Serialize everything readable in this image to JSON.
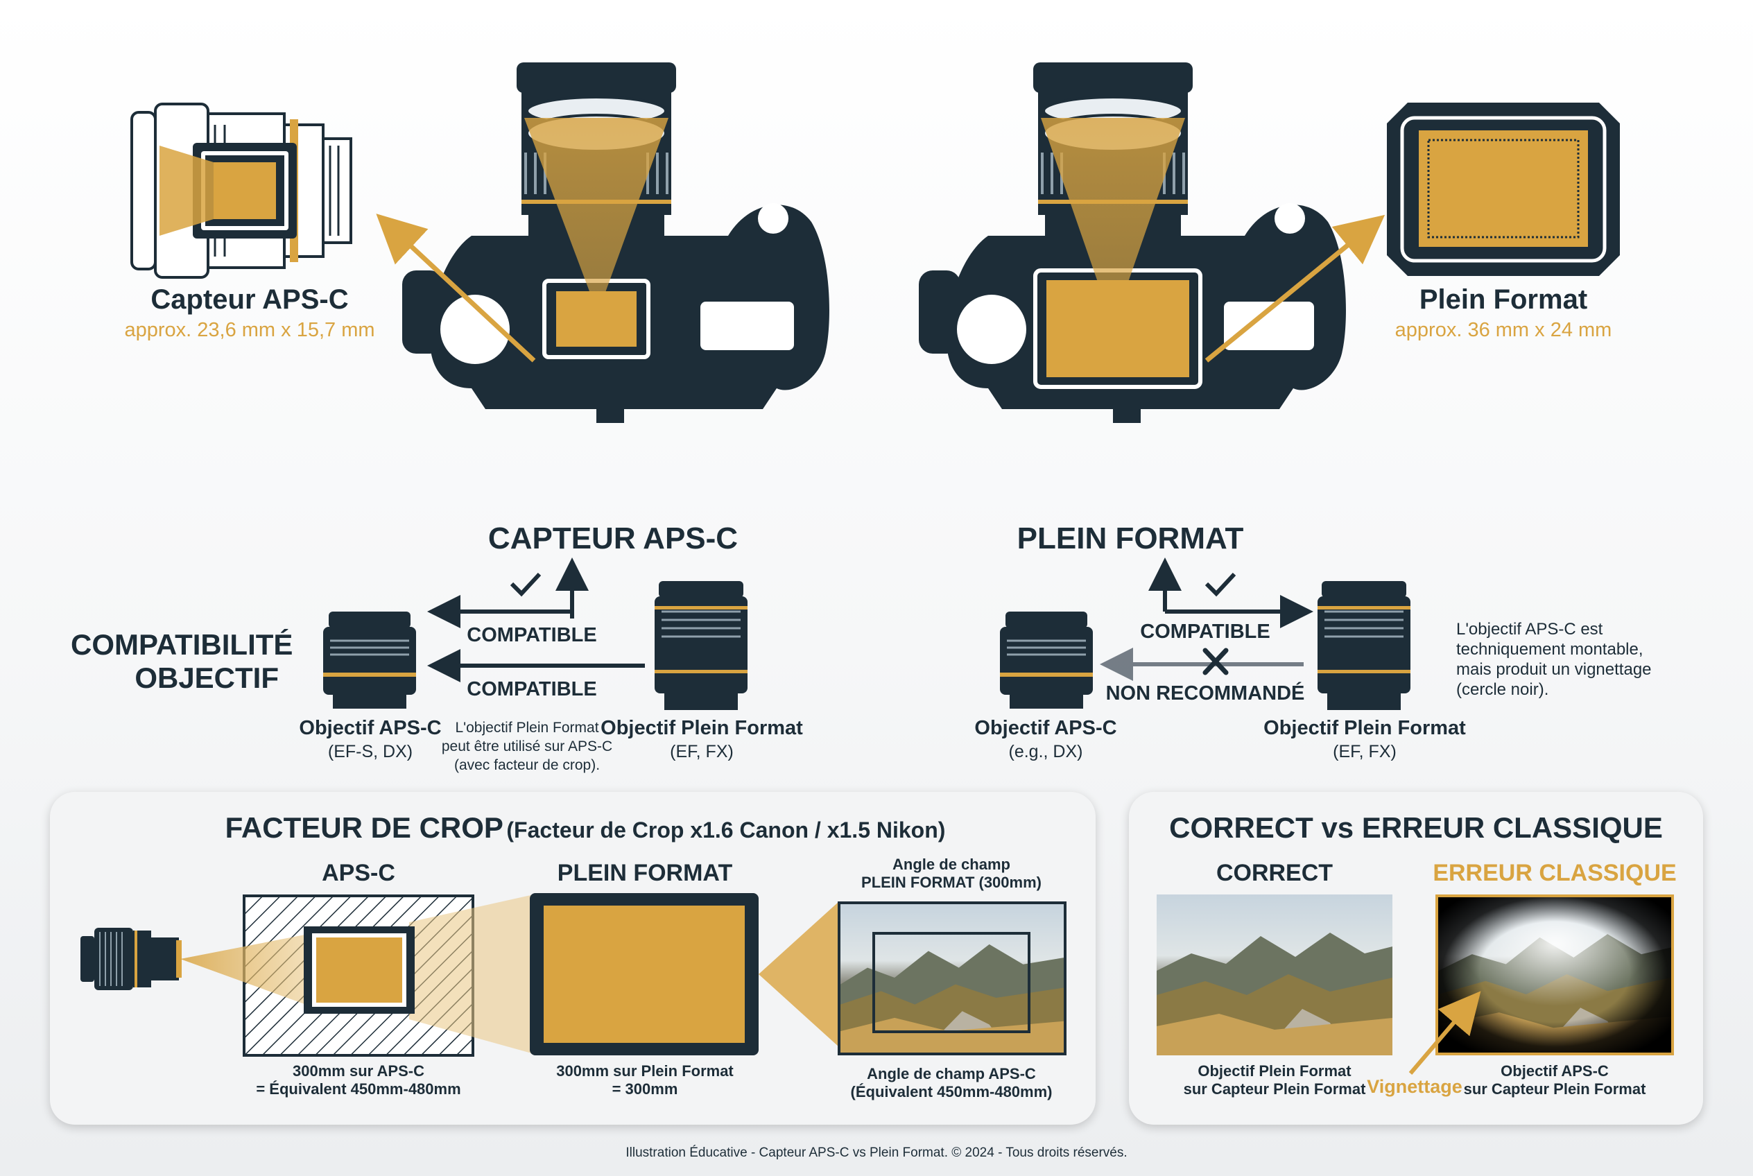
{
  "colors": {
    "navy": "#1d2d38",
    "gold": "#d9a441",
    "light": "#f3f4f5"
  },
  "top": {
    "apsc_sensor": {
      "title": "Capteur APS-C",
      "size": "approx. 23,6 mm x 15,7 mm"
    },
    "full_sensor": {
      "title": "Plein Format",
      "size": "approx. 36 mm x 24 mm"
    },
    "apsc_camera_label": "CAPTEUR APS-C",
    "full_camera_label": "PLEIN FORMAT"
  },
  "compat": {
    "title_line1": "COMPATIBILITÉ",
    "title_line2": "OBJECTIF",
    "left": {
      "compatible_1": "COMPATIBLE",
      "compatible_2": "COMPATIBLE",
      "apsc_lens": {
        "name": "Objectif APS-C",
        "sub": "(EF-S, DX)"
      },
      "full_lens": {
        "name": "Objectif Plein Format",
        "sub": "(EF, FX)"
      },
      "note_line1": "L'objectif Plein Format",
      "note_line2": "peut être utilisé sur APS-C",
      "note_line3": "(avec facteur de crop)."
    },
    "right": {
      "compatible": "COMPATIBLE",
      "not_recommended": "NON RECOMMANDÉ",
      "apsc_lens": {
        "name": "Objectif APS-C",
        "sub": "(e.g., DX)"
      },
      "full_lens": {
        "name": "Objectif Plein Format",
        "sub": "(EF, FX)"
      },
      "note": "L'objectif APS-C est techniquement montable, mais produit un vignettage (cercle noir)."
    }
  },
  "crop": {
    "title": "FACTEUR DE CROP",
    "title_sub": "(Facteur de Crop x1.6 Canon / x1.5 Nikon)",
    "apsc_label": "APS-C",
    "full_label": "PLEIN FORMAT",
    "fov_full_line1": "Angle de champ",
    "fov_full_line2": "PLEIN FORMAT (300mm)",
    "apsc_caption_line1": "300mm sur APS-C",
    "apsc_caption_line2": "= Équivalent 450mm-480mm",
    "full_caption_line1": "300mm sur Plein Format",
    "full_caption_line2": "= 300mm",
    "fov_apsc_line1": "Angle de champ APS-C",
    "fov_apsc_line2": "(Équivalent 450mm-480mm)"
  },
  "correct": {
    "title": "CORRECT vs ERREUR CLASSIQUE",
    "correct_label": "CORRECT",
    "error_label": "ERREUR CLASSIQUE",
    "correct_caption_line1": "Objectif Plein Format",
    "correct_caption_line2": "sur Capteur Plein Format",
    "vignetting": "Vignettage",
    "error_caption_line1": "Objectif APS-C",
    "error_caption_line2": "sur Capteur Plein Format"
  },
  "footer": "Illustration Éducative - Capteur APS-C vs Plein Format. © 2024 - Tous droits réservés."
}
